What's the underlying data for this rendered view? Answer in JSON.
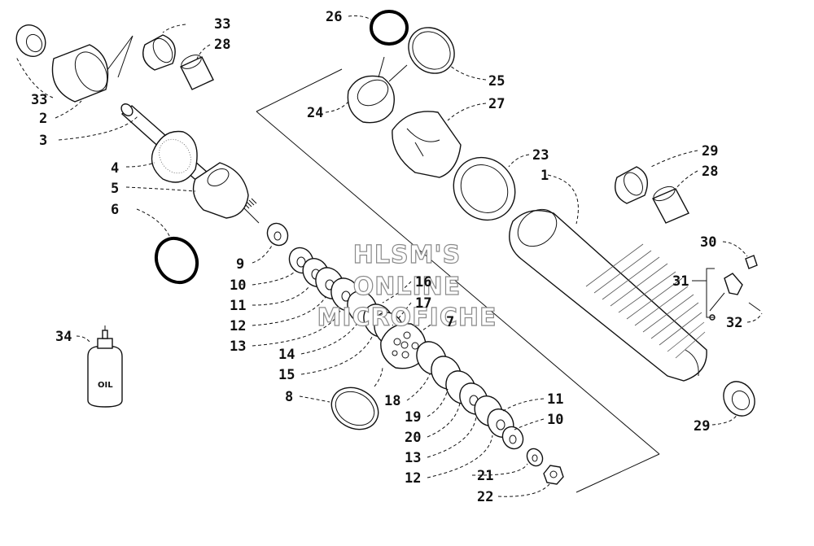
{
  "watermark": {
    "line1": "HLSM'S",
    "line2": "ONLINE",
    "line3": "MICROFICHE"
  },
  "oil_bottle_text": "OIL",
  "callouts": {
    "c33a": "33",
    "c28a": "28",
    "c33b": "33",
    "c2": "2",
    "c3": "3",
    "c4": "4",
    "c5": "5",
    "c6": "6",
    "c9": "9",
    "c10a": "10",
    "c11a": "11",
    "c12a": "12",
    "c13a": "13",
    "c14": "14",
    "c15": "15",
    "c16": "16",
    "c17": "17",
    "c7": "7",
    "c8": "8",
    "c18": "18",
    "c19": "19",
    "c20": "20",
    "c13b": "13",
    "c12b": "12",
    "c21": "21",
    "c22": "22",
    "c11b": "11",
    "c10b": "10",
    "c26": "26",
    "c25": "25",
    "c24": "24",
    "c27": "27",
    "c23": "23",
    "c1": "1",
    "c29a": "29",
    "c28b": "28",
    "c30": "30",
    "c31": "31",
    "c32": "32",
    "c29b": "29",
    "c34": "34"
  }
}
